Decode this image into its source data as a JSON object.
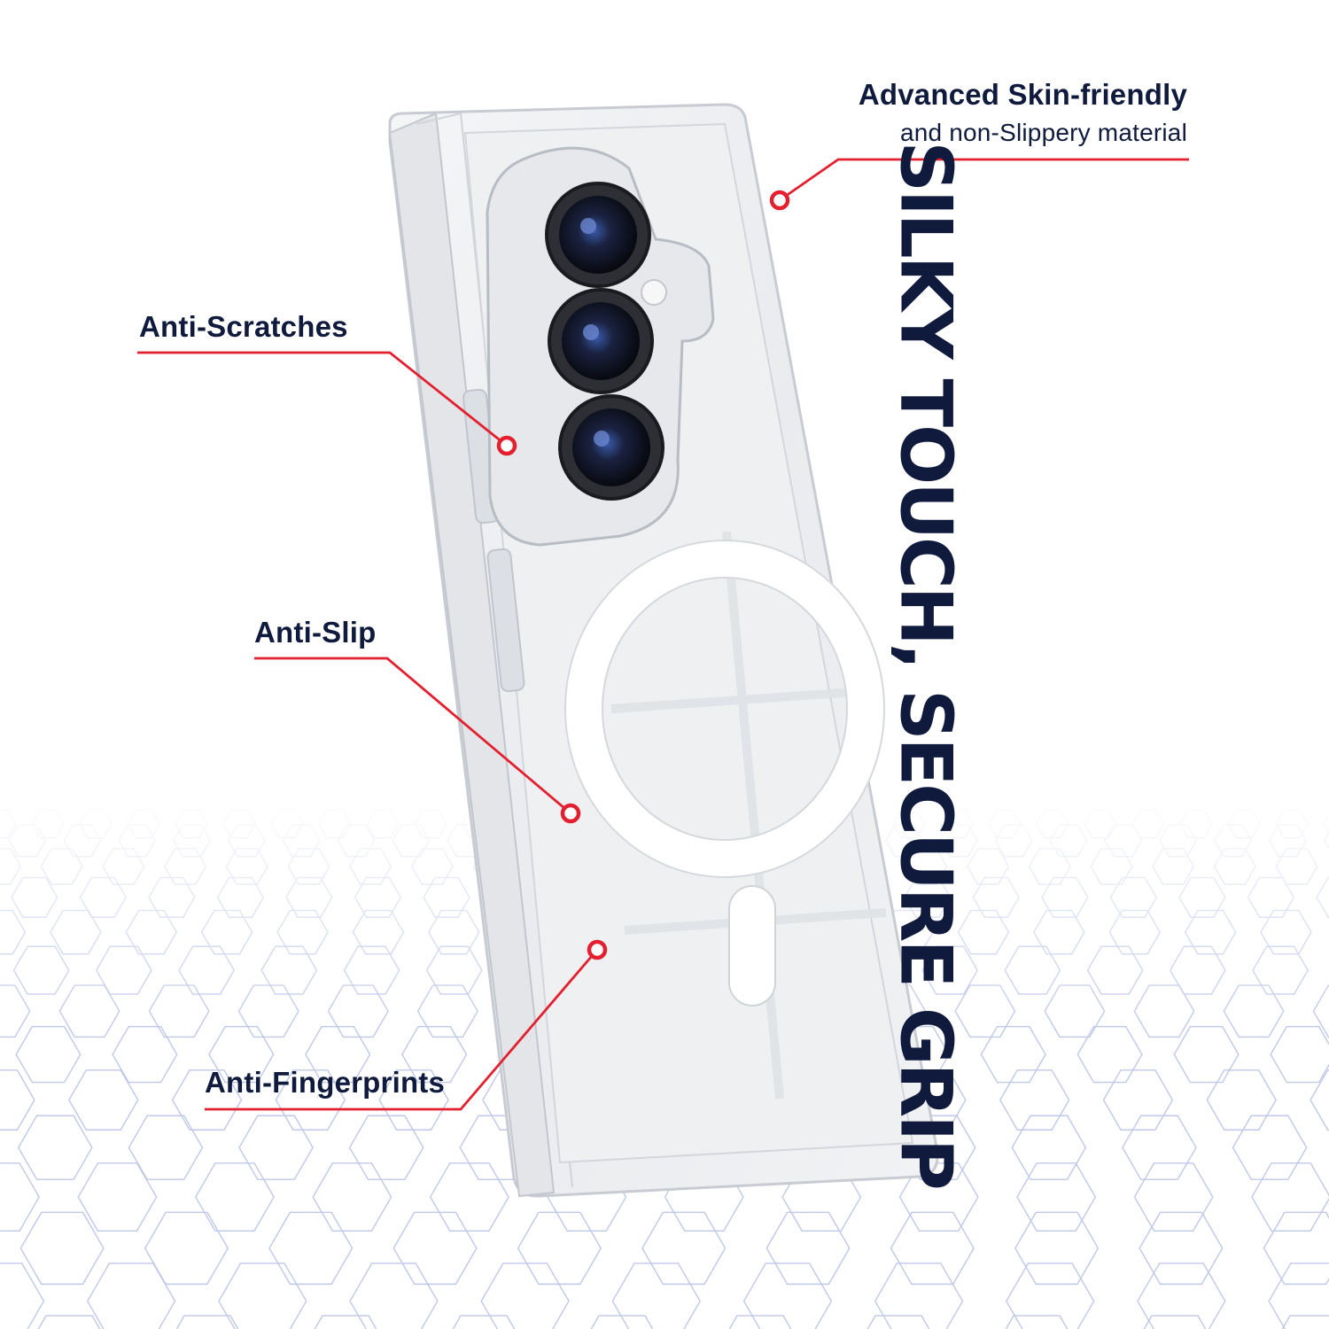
{
  "callouts": {
    "top_right_title": "Advanced Skin-friendly",
    "top_right_sub": "and non-Slippery material",
    "anti_scratches": "Anti-Scratches",
    "anti_slip": "Anti-Slip",
    "anti_fingerprints": "Anti-Fingerprints"
  },
  "headline": "SILKY TOUCH, SECURE GRIP",
  "colors": {
    "text_navy": "#0f1a3d",
    "callout_red": "#e3202f",
    "honeycomb": "#b9c2e8"
  },
  "icons": [
    "camera-lens-icon",
    "magsafe-ring-icon"
  ]
}
